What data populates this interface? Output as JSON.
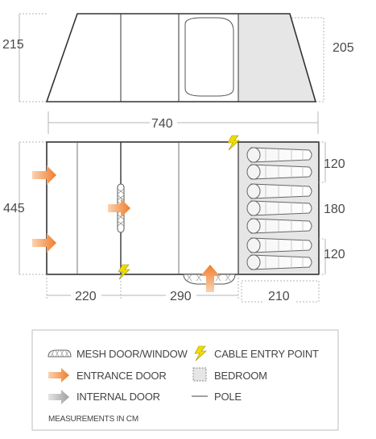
{
  "dimensions": {
    "side_height_left": "215",
    "side_height_right": "205",
    "total_length": "740",
    "width": "445",
    "section_1": "220",
    "section_2": "290",
    "section_3": "210",
    "bed_1": "120",
    "bed_2": "180",
    "bed_3": "120"
  },
  "legend": {
    "mesh_door": "MESH DOOR/WINDOW",
    "cable_entry": "CABLE ENTRY POINT",
    "entrance_door": "ENTRANCE DOOR",
    "bedroom": "BEDROOM",
    "internal_door": "INTERNAL DOOR",
    "pole": "POLE",
    "units_note": "MEASUREMENTS IN CM"
  },
  "colors": {
    "outline": "#333333",
    "dimension_line": "#b0b0b0",
    "entrance_arrow": "#f07d2c",
    "internal_arrow": "#a8a8a8",
    "bedroom_fill": "#e6e6e6",
    "cable_bolt": "#e6d000"
  }
}
